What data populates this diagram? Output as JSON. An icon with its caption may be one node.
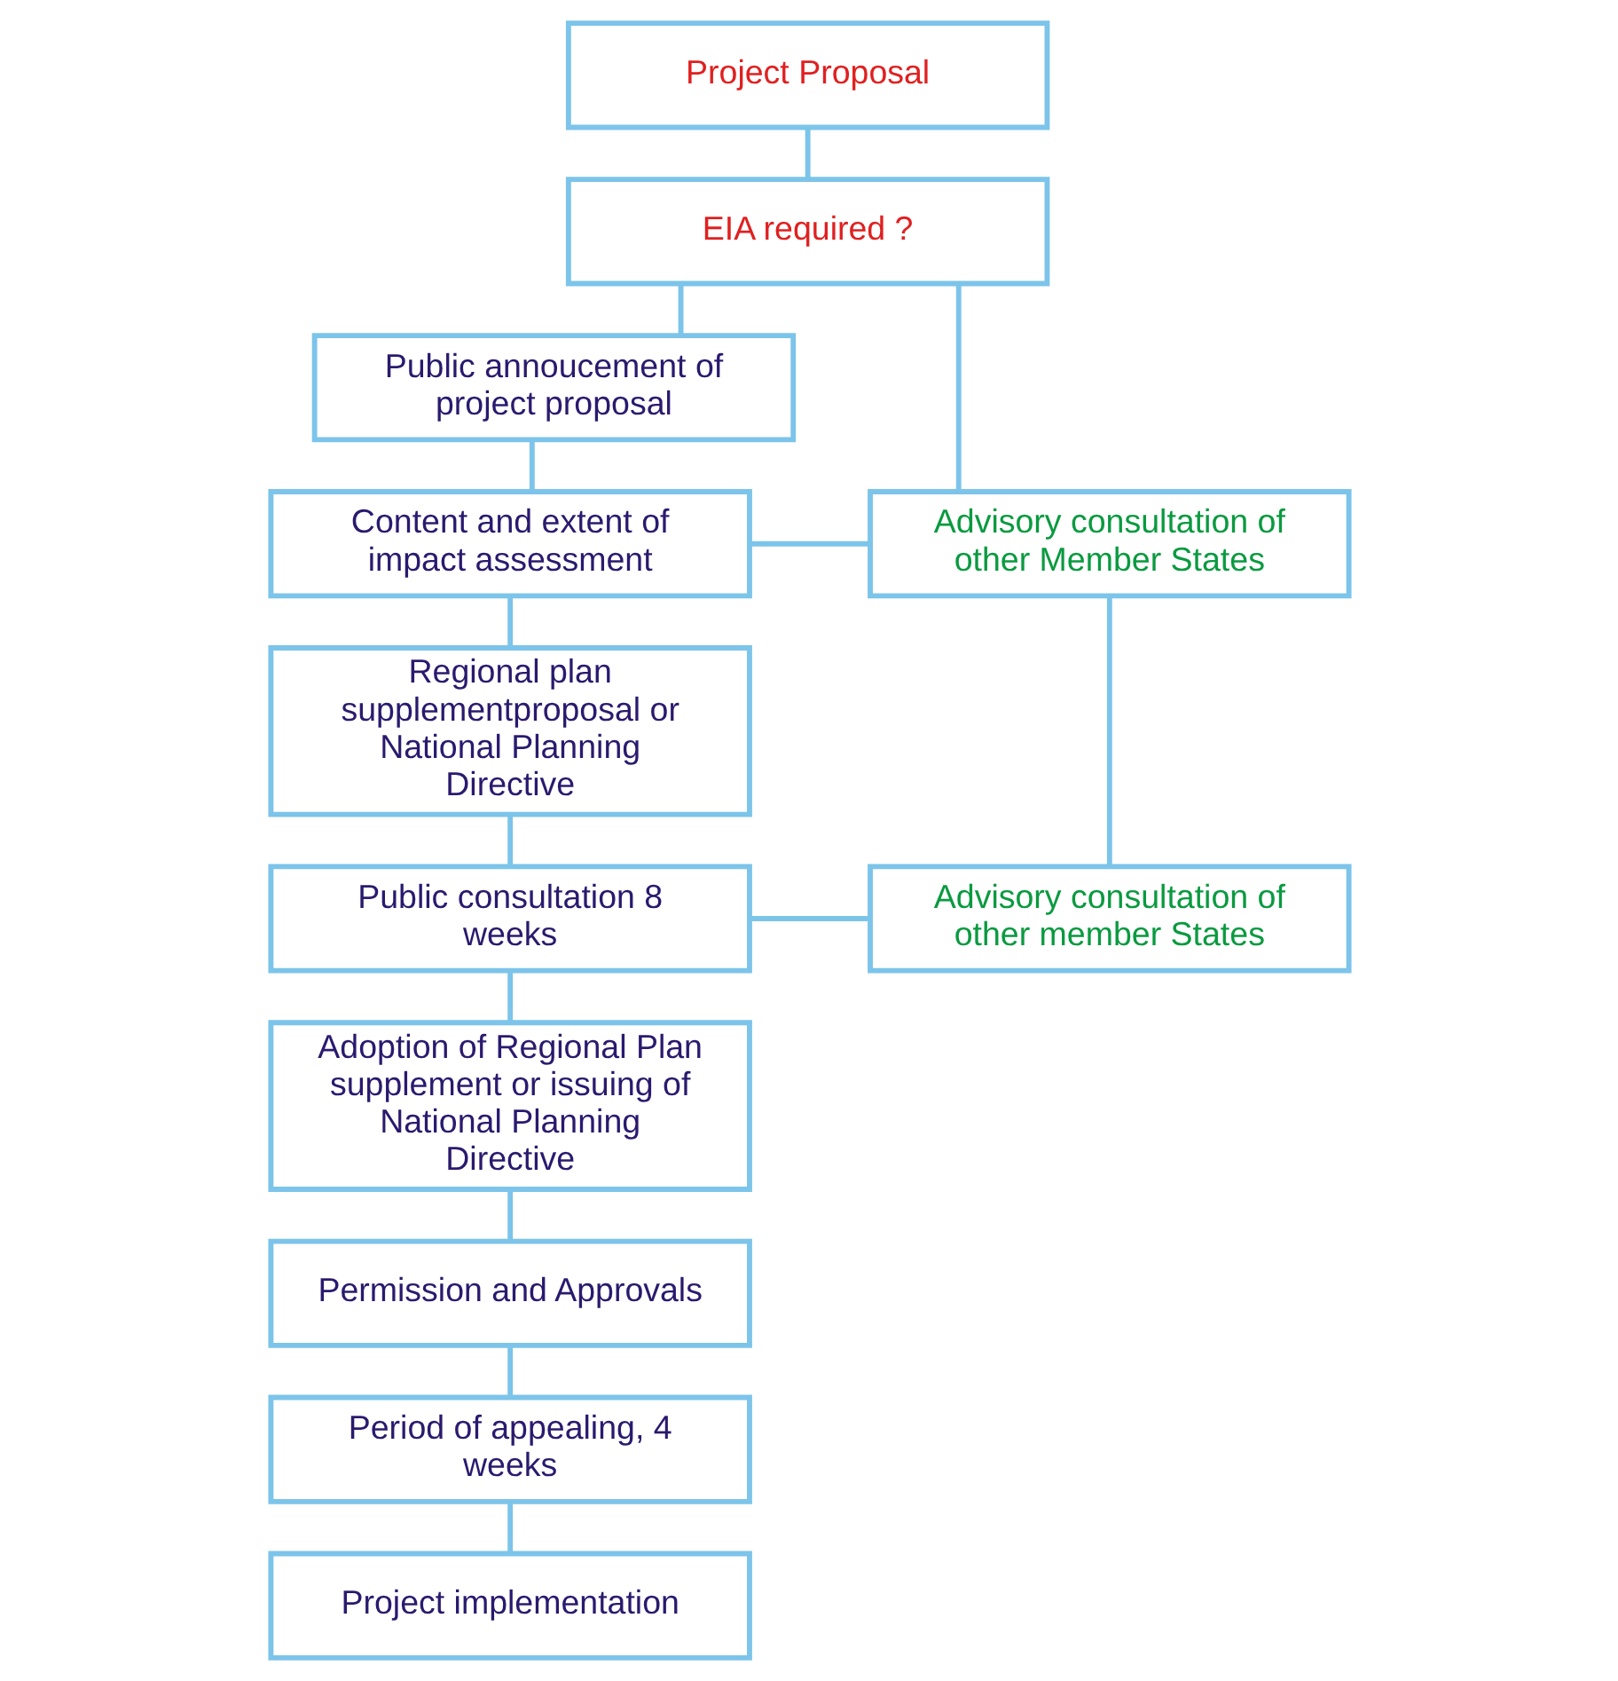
{
  "diagram": {
    "nodes": [
      {
        "text": [
          "Project Proposal"
        ]
      },
      {
        "text": [
          "EIA required ?"
        ]
      },
      {
        "text": [
          "Public annoucement of project proposal"
        ]
      },
      {
        "text": [
          "Content and extent of impact assessment"
        ]
      },
      {
        "text": [
          "Advisory consultation of other Member States"
        ]
      },
      {
        "text": [
          "Regional plan supplementproposal or National Planning Directive"
        ]
      },
      {
        "text": [
          "Public consultation 8 weeks"
        ]
      },
      {
        "text": [
          "Advisory consultation of other member States"
        ]
      },
      {
        "text": [
          "Adoption of Regional Plan supplement or issuing of National Planning Directive"
        ]
      },
      {
        "text": [
          "Permission and Approvals"
        ]
      },
      {
        "text": [
          "Period of appealing, 4 weeks"
        ]
      },
      {
        "text": [
          "Project implementation"
        ]
      }
    ],
    "edges": [
      {
        "from": 0,
        "to": 1,
        "arrow": "none"
      },
      {
        "from": 1,
        "to": 2,
        "arrow": "none"
      },
      {
        "from": 1,
        "to": 4,
        "arrow": "none"
      },
      {
        "from": 2,
        "to": 3,
        "arrow": "none"
      },
      {
        "from": 3,
        "to": 4,
        "arrow": "none"
      },
      {
        "from": 3,
        "to": 5,
        "arrow": "none"
      },
      {
        "from": 4,
        "to": 7,
        "arrow": "none"
      },
      {
        "from": 5,
        "to": 6,
        "arrow": "none"
      },
      {
        "from": 6,
        "to": 7,
        "arrow": "none"
      },
      {
        "from": 6,
        "to": 8,
        "arrow": "none"
      },
      {
        "from": 8,
        "to": 9,
        "arrow": "none"
      },
      {
        "from": 9,
        "to": 10,
        "arrow": "none"
      },
      {
        "from": 10,
        "to": 11,
        "arrow": "none"
      }
    ]
  }
}
